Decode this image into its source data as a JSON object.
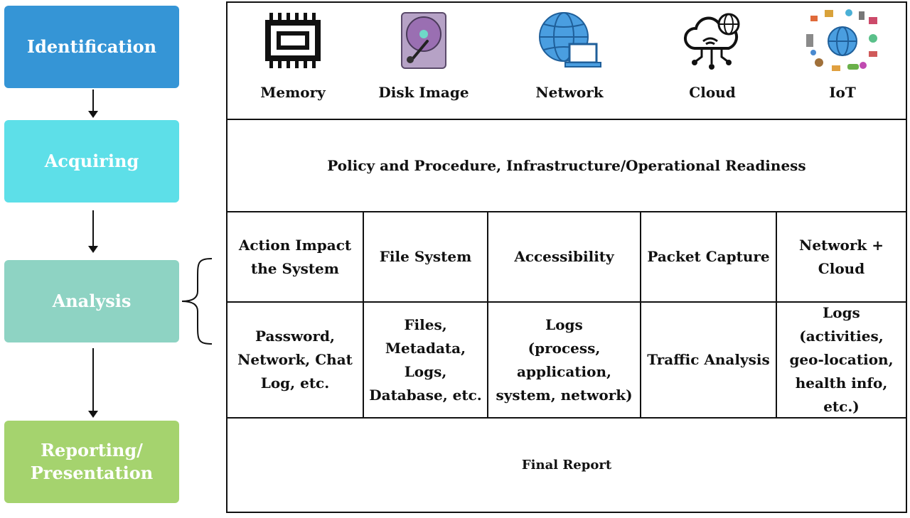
{
  "steps": [
    {
      "label": "Identification",
      "color": "#3595d6"
    },
    {
      "label": "Acquiring",
      "color": "#5ddfe8"
    },
    {
      "label": "Analysis",
      "color": "#8ed3c3"
    },
    {
      "label": "Reporting/\nPresentation",
      "color": "#a5d36e"
    }
  ],
  "sources": [
    {
      "label": "Memory",
      "icon": "memory-chip-icon"
    },
    {
      "label": "Disk Image",
      "icon": "hard-disk-icon"
    },
    {
      "label": "Network",
      "icon": "globe-laptop-icon"
    },
    {
      "label": "Cloud",
      "icon": "cloud-network-icon"
    },
    {
      "label": "IoT",
      "icon": "iot-globe-icon"
    }
  ],
  "acquiring_row": "Policy and Procedure, Infrastructure/Operational Readiness",
  "analysis_headers": [
    "Action Impact\nthe System",
    "File System",
    "Accessibility",
    "Packet Capture",
    "Network +\nCloud"
  ],
  "analysis_details": [
    "Password,\nNetwork, Chat\nLog, etc.",
    "Files,\nMetadata,\nLogs,\nDatabase, etc.",
    "Logs\n(process,\napplication,\nsystem, network)",
    "Traffic Analysis",
    "Logs (activities,\ngeo-location,\nhealth info,\netc.)"
  ],
  "final_report": "Final Report"
}
